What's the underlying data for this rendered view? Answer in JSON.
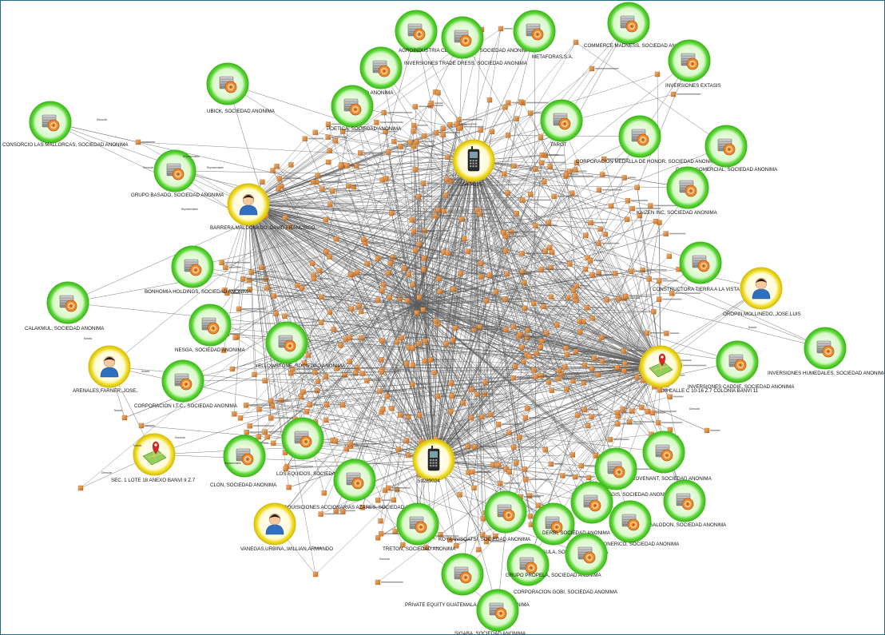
{
  "colors": {
    "company_ring": "#5fd83a",
    "company_ring_light": "#c7f4b2",
    "person_ring": "#f2de2a",
    "person_ring_light": "#fff6b5",
    "box_orange": "#e8913b",
    "edge_gray": "#5a5a5a",
    "frame_border": "#1f6d8a"
  },
  "icons": {
    "company": "server-vault-icon",
    "person": "person-avatar-icon",
    "phone": "phone-icon",
    "address": "map-pin-icon",
    "small_company": "small-box-icon"
  },
  "company_nodes": [
    {
      "id": "c1",
      "label": "AGROINDUSTRIA CERRO TORRE, SOCIEDAD ANONIMA"
    },
    {
      "id": "c2",
      "label": "INVERSIONES TRADE DRESS, SOCIEDAD ANONIMA"
    },
    {
      "id": "c3",
      "label": "METAFORAS,S.A."
    },
    {
      "id": "c4",
      "label": "COMMERCE MADNESS, SOCIEDAD ANONIMA"
    },
    {
      "id": "c5",
      "label": "INVERSIONES EXTASIS"
    },
    {
      "id": "c6",
      "label": "UBICK, SOCIEDAD ANONIMA"
    },
    {
      "id": "c7",
      "label": "CONSORCIO LAS MALLORCAS, SOCIEDAD ANONIMA"
    },
    {
      "id": "c8",
      "label": "- SOCIEDAD ANONIMA"
    },
    {
      "id": "c9",
      "label": "POETICA, SOCIEDAD ANONIMA"
    },
    {
      "id": "c10",
      "label": "TAROT"
    },
    {
      "id": "c11",
      "label": "CORPORACION MEDALLA DE HONOR, SOCIEDAD ANONIMA"
    },
    {
      "id": "c12",
      "label": "CASIRA COMERCIAL, SOCIEDAD ANONIMA"
    },
    {
      "id": "c13",
      "label": "GRUPO BASADO, SOCIEDAD ANONIMA"
    },
    {
      "id": "c14",
      "label": "KAIZEN INC, SOCIEDAD ANONIMA"
    },
    {
      "id": "c15",
      "label": "BONHOMIA HOLDINGS, SOCIEDAD ANONIMA"
    },
    {
      "id": "c16",
      "label": "CONSTRUCTORA TIERRA A LA VISTA, SOCIEDAD ANO"
    },
    {
      "id": "c17",
      "label": "CALAKMUL, SOCIEDAD ANONIMA"
    },
    {
      "id": "c18",
      "label": "NESGA, SOCIEDAD ANONIMA"
    },
    {
      "id": "c19",
      "label": "YELLOWSTONE, SOCIEDAD ANONIMA"
    },
    {
      "id": "c20",
      "label": "INVERSIONES CADDIE, SOCIEDAD ANONIMA"
    },
    {
      "id": "c21",
      "label": "INVERSIONES HUMEDALES, SOCIEDAD ANONIMA"
    },
    {
      "id": "c22",
      "label": "CORPORACION I.T.C., SOCIEDAD ANONIMA"
    },
    {
      "id": "c23",
      "label": "CLON, SOCIEDAD ANONIMA"
    },
    {
      "id": "c24",
      "label": "LOS EQUIDOS, SOCIEDAD ANONIMA"
    },
    {
      "id": "c25",
      "label": "ADQUISICIONES ACCIONARIAS AZARES, SOCIEDAD ANONIMA"
    },
    {
      "id": "c26",
      "label": "COVENANT, SOCIEDAD ANONIMA"
    },
    {
      "id": "c27",
      "label": "ALIGIS, SOCIEDAD ANONIMA"
    },
    {
      "id": "c28",
      "label": "MEGALODON, SOCIEDAD ANONIMA"
    },
    {
      "id": "c29",
      "label": "TRETON, SOCIEDAD ANONIMA"
    },
    {
      "id": "c30",
      "label": "KOYAANISQATSI, SOCIEDAD ANONIMA"
    },
    {
      "id": "c31",
      "label": "DERBI, SOCIEDAD ANONIMA"
    },
    {
      "id": "c32",
      "label": "INSULA, SOCIEDAD ANONIMA"
    },
    {
      "id": "c33",
      "label": "GRUPO ONERICO, SOCIEDAD ANONIMA"
    },
    {
      "id": "c34",
      "label": "GRUPO PROPELA, SOCIEDAD ANONIMA"
    },
    {
      "id": "c35",
      "label": "PRIVATE EQUITY GUATEMALA, SOCIEDAD ANONIMA"
    },
    {
      "id": "c36",
      "label": "CORPORACION GOBI, SOCIEDAD ANONIMA"
    },
    {
      "id": "c37",
      "label": "SIGABA, SOCIEDAD ANONIMA"
    }
  ],
  "person_nodes": [
    {
      "id": "p1",
      "label": "BARRERA,MALDONADO,,DAVID,FRANCISCO"
    },
    {
      "id": "p2",
      "label": "OROPIN,MOLLINEDO,,JOSE,LUIS"
    },
    {
      "id": "p3",
      "label": "ARENALES,FARNER,,JOSE,"
    },
    {
      "id": "p4",
      "label": "VANEGAS,URBINA,,WILLIAN,ARMANDO"
    }
  ],
  "phone_nodes": [
    {
      "id": "t1",
      "label": "25474125"
    },
    {
      "id": "t2",
      "label": "59289024"
    }
  ],
  "address_nodes": [
    {
      "id": "a1",
      "label": "33 CALLE C 10-16 Z.7 COLONIA BANVI 11"
    },
    {
      "id": "a2",
      "label": "SEC. 1 LOTE 18 ANEXO BANVI II Z.7"
    }
  ],
  "edge_labels": {
    "direccion": "Dirección",
    "representante": "Representante",
    "notario": "Notario"
  }
}
